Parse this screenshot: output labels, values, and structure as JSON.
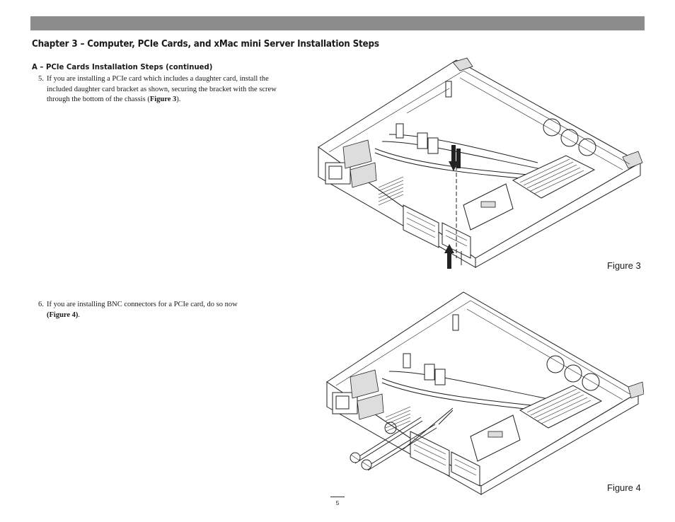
{
  "header": {
    "chapter_title": "Chapter 3 – Computer, PCIe Cards, and xMac mini Server Installation Steps"
  },
  "section": {
    "heading": "A – PCIe Cards Installation Steps (continued)"
  },
  "steps": [
    {
      "number": "5.",
      "text_before": "If you are installing a PCIe card which includes a daughter card, install the included daughter card bracket as shown, securing the bracket with the screw through the bottom of the chassis (",
      "ref": "Figure 3",
      "text_after": ")."
    },
    {
      "number": "6.",
      "text_before": "If you are installing BNC connectors for a PCIe card, do so now",
      "ref": "(Figure 4)",
      "text_after": "."
    }
  ],
  "figures": [
    {
      "caption": "Figure 3",
      "illustration": "chassis-daughter-card-bracket"
    },
    {
      "caption": "Figure 4",
      "illustration": "chassis-bnc-connectors"
    }
  ],
  "footer": {
    "page_number": "5"
  }
}
